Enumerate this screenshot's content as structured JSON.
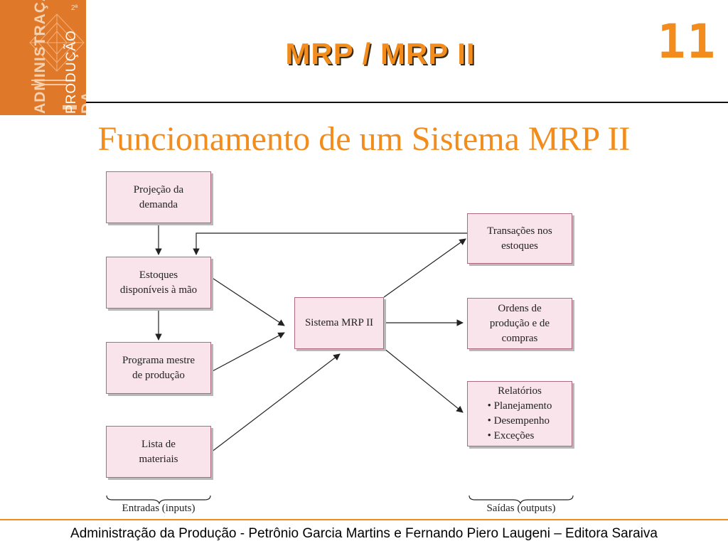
{
  "cover": {
    "line1": "ADMINISTRAÇÃO",
    "line2": "DA",
    "line3": "PRODUÇÃO",
    "edition": "2ª"
  },
  "header": {
    "title": "MRP / MRP II",
    "chapter": "11"
  },
  "slide_title": "Funcionamento de um Sistema MRP II",
  "diagram": {
    "inputs": [
      {
        "lines": [
          "Projeção da",
          "demanda"
        ]
      },
      {
        "lines": [
          "Estoques",
          "disponíveis à mão"
        ]
      },
      {
        "lines": [
          "Programa mestre",
          "de produção"
        ]
      },
      {
        "lines": [
          "Lista de",
          "materiais"
        ]
      }
    ],
    "center": {
      "lines": [
        "Sistema MRP II"
      ]
    },
    "outputs": [
      {
        "lines": [
          "Transações nos",
          "estoques"
        ]
      },
      {
        "lines": [
          "Ordens de",
          "produção e de",
          "compras"
        ]
      },
      {
        "lines": [
          "Relatórios",
          "• Planejamento",
          "• Desempenho",
          "• Exceções"
        ]
      }
    ],
    "inputs_label": "Entradas (inputs)",
    "outputs_label": "Saídas (outputs)",
    "colors": {
      "box_fill": "#f8e4ea",
      "box_border": "#b06a80",
      "arrow": "#222222",
      "accent": "#f28c1c"
    }
  },
  "footer": "Administração da Produção - Petrônio Garcia Martins e Fernando Piero Laugeni – Editora Saraiva"
}
